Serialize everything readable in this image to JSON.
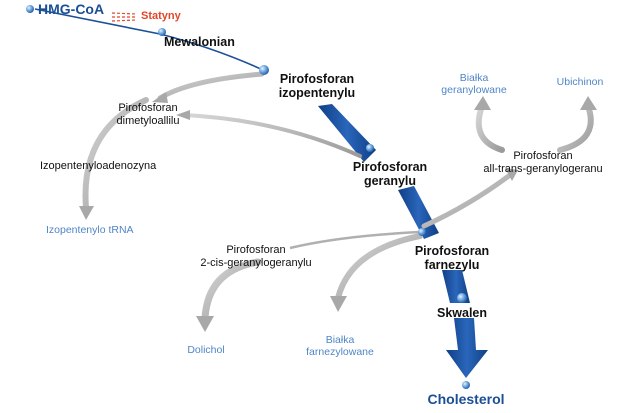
{
  "colors": {
    "main_arrow": "#1a4f9a",
    "side_arrow": "#a8a8a8",
    "inhibitor": "#e2452a",
    "node_label": "#111111",
    "product_label": "#4f86c6",
    "endpoint_label": "#1b4f95"
  },
  "nodes": {
    "hmg_coa": "HMG-CoA",
    "statyny": "Statyny",
    "mewalonian": "Mewalonian",
    "ipp_line1": "Pirofosforan",
    "ipp_line2": "izopentenylu",
    "dmapp_line1": "Pirofosforan",
    "dmapp_line2": "dimetyloallilu",
    "izopentenyloadenozyna": "Izopentenyloadenozyna",
    "izopentenylo_trna": "Izopentenylo tRNA",
    "gpp_line1": "Pirofosforan",
    "gpp_line2": "geranylu",
    "fpp_line1": "Pirofosforan",
    "fpp_line2": "farnezylu",
    "ggpp_line1": "Pirofosforan",
    "ggpp_line2": "all-trans-geranylogeranu",
    "bialka_ger_line1": "Białka",
    "bialka_ger_line2": "geranylowane",
    "ubichinon": "Ubichinon",
    "cis_line1": "Pirofosforan",
    "cis_line2": "2-cis-geranylogeranylu",
    "dolichol": "Dolichol",
    "bialka_far_line1": "Białka",
    "bialka_far_line2": "farnezylowane",
    "skwalen": "Skwalen",
    "cholesterol": "Cholesterol"
  }
}
